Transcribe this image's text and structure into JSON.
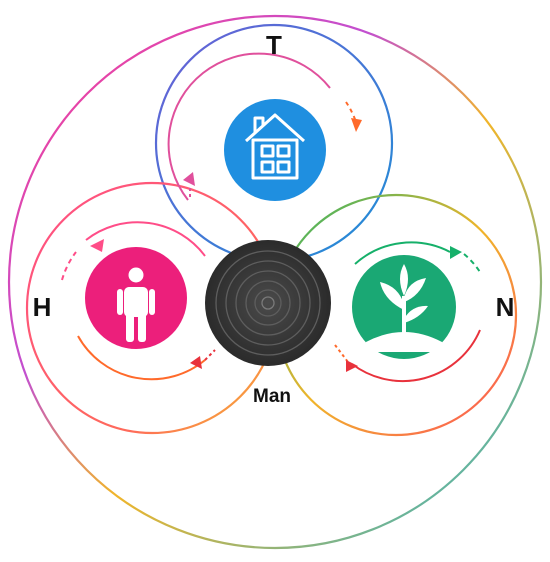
{
  "labels": {
    "top": "T",
    "left": "H",
    "right": "N",
    "center": "Man"
  },
  "nodes": {
    "top": {
      "icon": "house-icon",
      "color": "#1f8fe0"
    },
    "left": {
      "icon": "person-icon",
      "color": "#ec1f7b"
    },
    "right": {
      "icon": "plant-icon",
      "color": "#1aa874"
    },
    "center": {
      "icon": "target-icon",
      "color": "#3a3a3a"
    }
  },
  "colors": {
    "outer_ring_start": "#ff3d8b",
    "outer_ring_end": "#22b3d6",
    "top_ring": "#2a8fd6",
    "left_ring": "#ff4d88",
    "right_ring": "#21b36b",
    "arrow_orange": "#ff6a2b",
    "arrow_green": "#16b06a",
    "arrow_red": "#e8323c"
  }
}
